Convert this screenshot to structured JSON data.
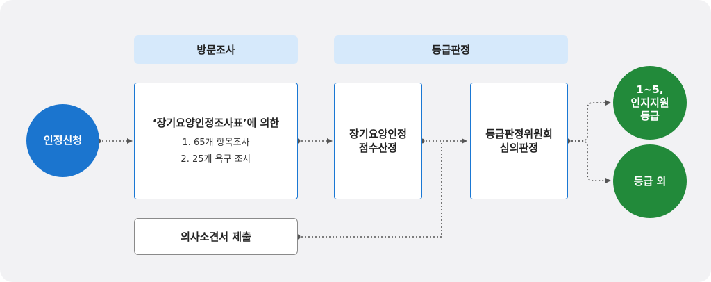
{
  "headers": {
    "visit": "방문조사",
    "grade": "등급판정"
  },
  "start": {
    "label": "인정신청"
  },
  "survey": {
    "title": "‘장기요양인정조사표’에 의한",
    "items": [
      "1. 65개 항목조사",
      "2. 25개 욕구 조사"
    ]
  },
  "doctor": {
    "label": "의사소견서 제출"
  },
  "score": {
    "line1": "장기요양인정",
    "line2": "점수산정"
  },
  "committee": {
    "line1": "등급판정위원회",
    "line2": "심의판정"
  },
  "results": {
    "approved": {
      "line1": "1~5,",
      "line2": "인지지원",
      "line3": "등급"
    },
    "other": {
      "label": "등급 외"
    }
  },
  "colors": {
    "blue": "#1b75cf",
    "green": "#228a3a",
    "header_bg": "#d6e9fb",
    "connector": "#555555"
  }
}
